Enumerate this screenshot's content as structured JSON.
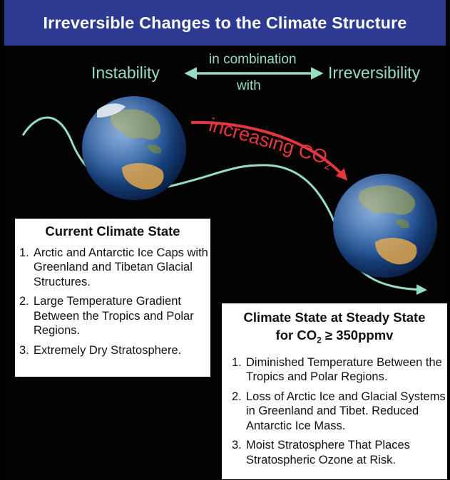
{
  "title": "Irreversible Changes to the Climate Structure",
  "top": {
    "left_word": "Instability",
    "right_word": "Irreversibility",
    "connector_top": "in combination",
    "connector_bottom": "with"
  },
  "arrow_label": {
    "text": "increasing CO",
    "subscript": "2"
  },
  "colors": {
    "title_bg": "#2d3a92",
    "mint": "#98dcc2",
    "red": "#e2373f"
  },
  "current_state": {
    "heading": "Current Climate State",
    "items": [
      {
        "num": "1.",
        "text": "Arctic and Antarctic Ice Caps with Greenland and Tibetan Glacial Structures."
      },
      {
        "num": "2.",
        "text": "Large Temperature Gradient Between the Tropics and Polar Regions."
      },
      {
        "num": "3.",
        "text": "Extremely Dry Stratosphere."
      }
    ]
  },
  "steady_state": {
    "heading_line1": "Climate State at Steady State",
    "heading_line2_prefix": "for CO",
    "heading_line2_sub": "2",
    "heading_line2_suffix": " ≥ 350ppmv",
    "items": [
      {
        "num": "1.",
        "text": "Diminished Temperature Between the Tropics and Polar Regions."
      },
      {
        "num": "2.",
        "text": "Loss of Arctic Ice and Glacial Systems in Greenland and Tibet. Reduced Antarctic Ice Mass."
      },
      {
        "num": "3.",
        "text": "Moist Stratosphere That Places Stratospheric Ozone at Risk."
      }
    ]
  }
}
